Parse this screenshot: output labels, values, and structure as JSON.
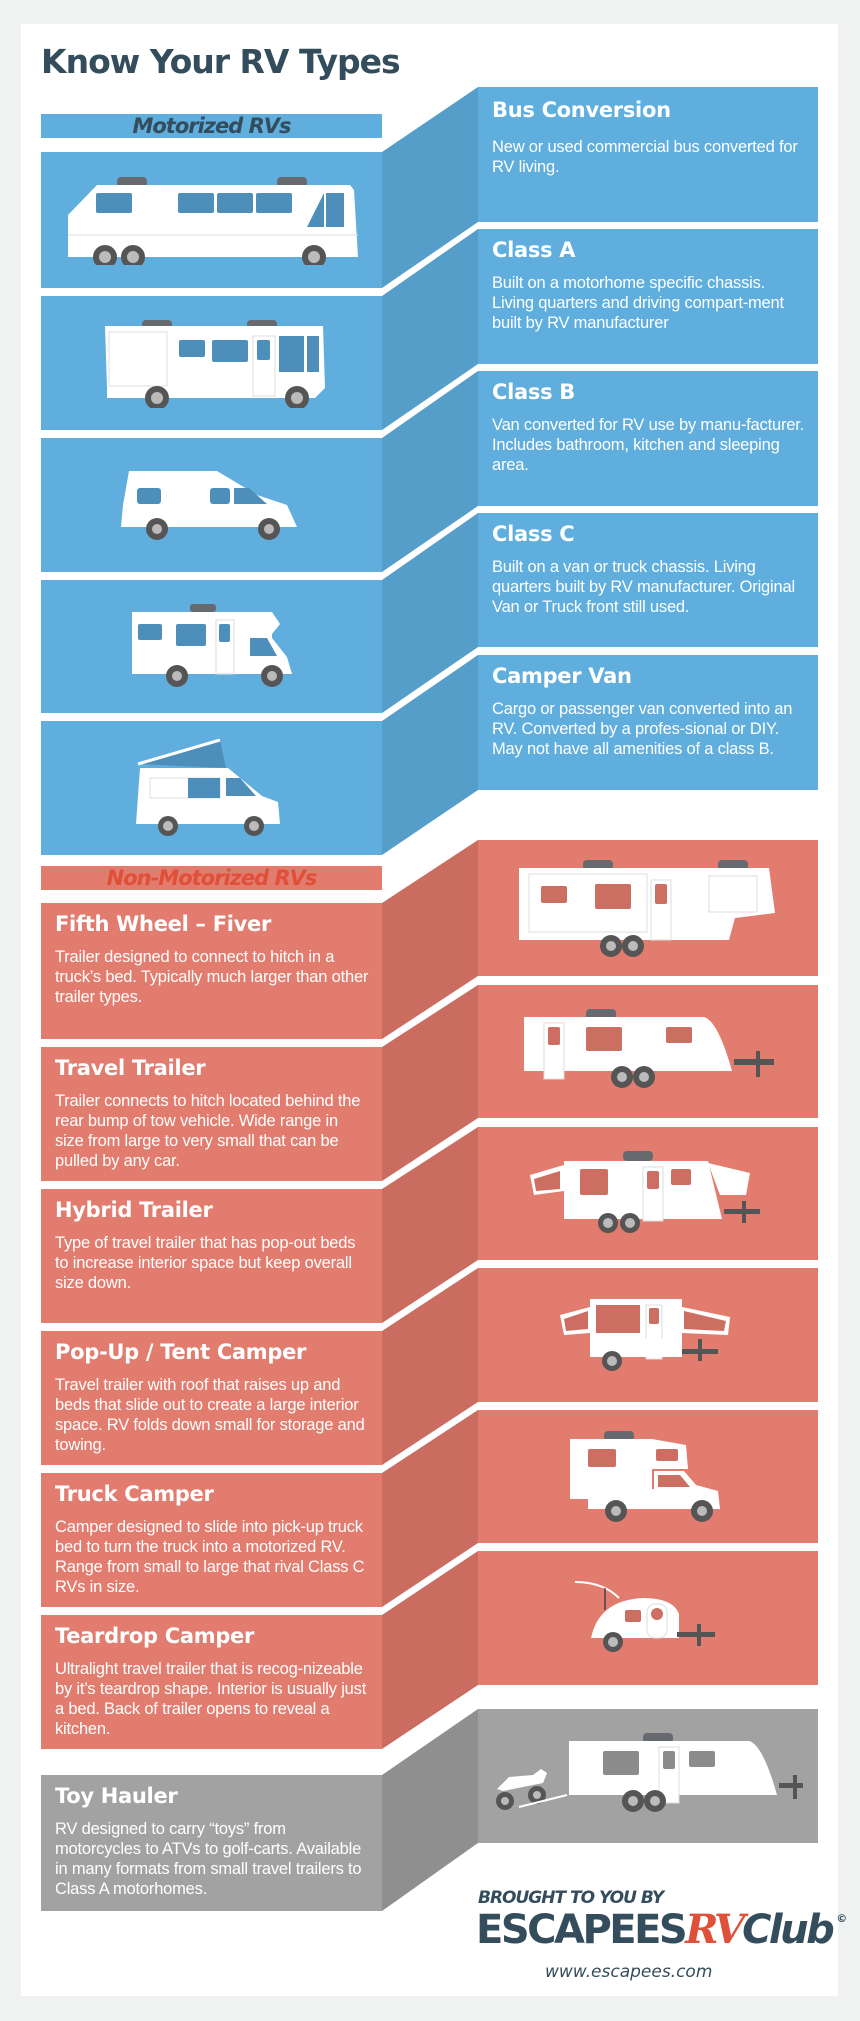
{
  "title": "Know Your RV Types",
  "sections": {
    "motorized": {
      "label": "Motorized RVs",
      "color": "#5faedd",
      "side_color": "#549ec9",
      "items": [
        {
          "name": "Bus Conversion",
          "description": "New or used commercial bus converted for RV living.",
          "icon": "bus-conversion-illustration"
        },
        {
          "name": "Class A",
          "description": "Built on a motorhome specific chassis. Living quarters and driving compart-ment built by RV manufacturer",
          "icon": "class-a-illustration"
        },
        {
          "name": "Class B",
          "description": "Van converted for RV use by manu-facturer. Includes bathroom, kitchen and sleeping area.",
          "icon": "class-b-illustration"
        },
        {
          "name": "Class C",
          "description": "Built on a van or truck chassis. Living quarters built by RV manufacturer. Original Van or Truck front still used.",
          "icon": "class-c-illustration"
        },
        {
          "name": "Camper Van",
          "description": "Cargo or passenger van converted into an RV. Converted by a profes-sional or DIY. May not have all amenities of a class B.",
          "icon": "camper-van-illustration"
        }
      ]
    },
    "non_motorized": {
      "label": "Non-Motorized RVs",
      "color": "#e27c6e",
      "side_color": "#cb6c60",
      "label_color": "#e04f38",
      "items": [
        {
          "name": "Fifth Wheel – Fiver",
          "description": "Trailer designed to connect to hitch in a truck’s bed. Typically much larger than other trailer types.",
          "icon": "fifth-wheel-illustration"
        },
        {
          "name": "Travel Trailer",
          "description": "Trailer connects to hitch located behind the rear bump of tow vehicle. Wide range in size from large to very small that can be pulled by any car.",
          "icon": "travel-trailer-illustration"
        },
        {
          "name": "Hybrid Trailer",
          "description": "Type of travel trailer that has pop-out beds to increase interior space but keep overall size down.",
          "icon": "hybrid-trailer-illustration"
        },
        {
          "name": "Pop-Up / Tent Camper",
          "description": "Travel trailer with roof that raises up and beds that slide out to create a large interior space. RV folds down small for storage and towing.",
          "icon": "pop-up-camper-illustration"
        },
        {
          "name": "Truck Camper",
          "description": "Camper designed to slide into pick-up truck bed to turn the truck into a motorized RV. Range from small to large that rival Class C RVs in size.",
          "icon": "truck-camper-illustration"
        },
        {
          "name": "Teardrop Camper",
          "description": "Ultralight travel trailer that is recog-nizeable by it’s teardrop shape. Interior is usually just a bed. Back of trailer opens to reveal a kitchen.",
          "icon": "teardrop-camper-illustration"
        }
      ]
    },
    "other": {
      "color": "#a2a2a2",
      "side_color": "#8f8f8f",
      "items": [
        {
          "name": "Toy Hauler",
          "description": "RV designed to carry “toys” from motorcycles to ATVs to golf-carts. Available in many formats from small travel trailers to Class A motorhomes.",
          "icon": "toy-hauler-illustration"
        }
      ]
    }
  },
  "footer": {
    "brought_by": "BROUGHT TO YOU BY",
    "brand_escapees": "ESCAPEES",
    "brand_rv": "RV",
    "brand_club": "Club",
    "copyright": "©",
    "url": "www.escapees.com"
  },
  "colors": {
    "title": "#344d5c",
    "background": "#f0f2f1",
    "card": "#ffffff"
  }
}
